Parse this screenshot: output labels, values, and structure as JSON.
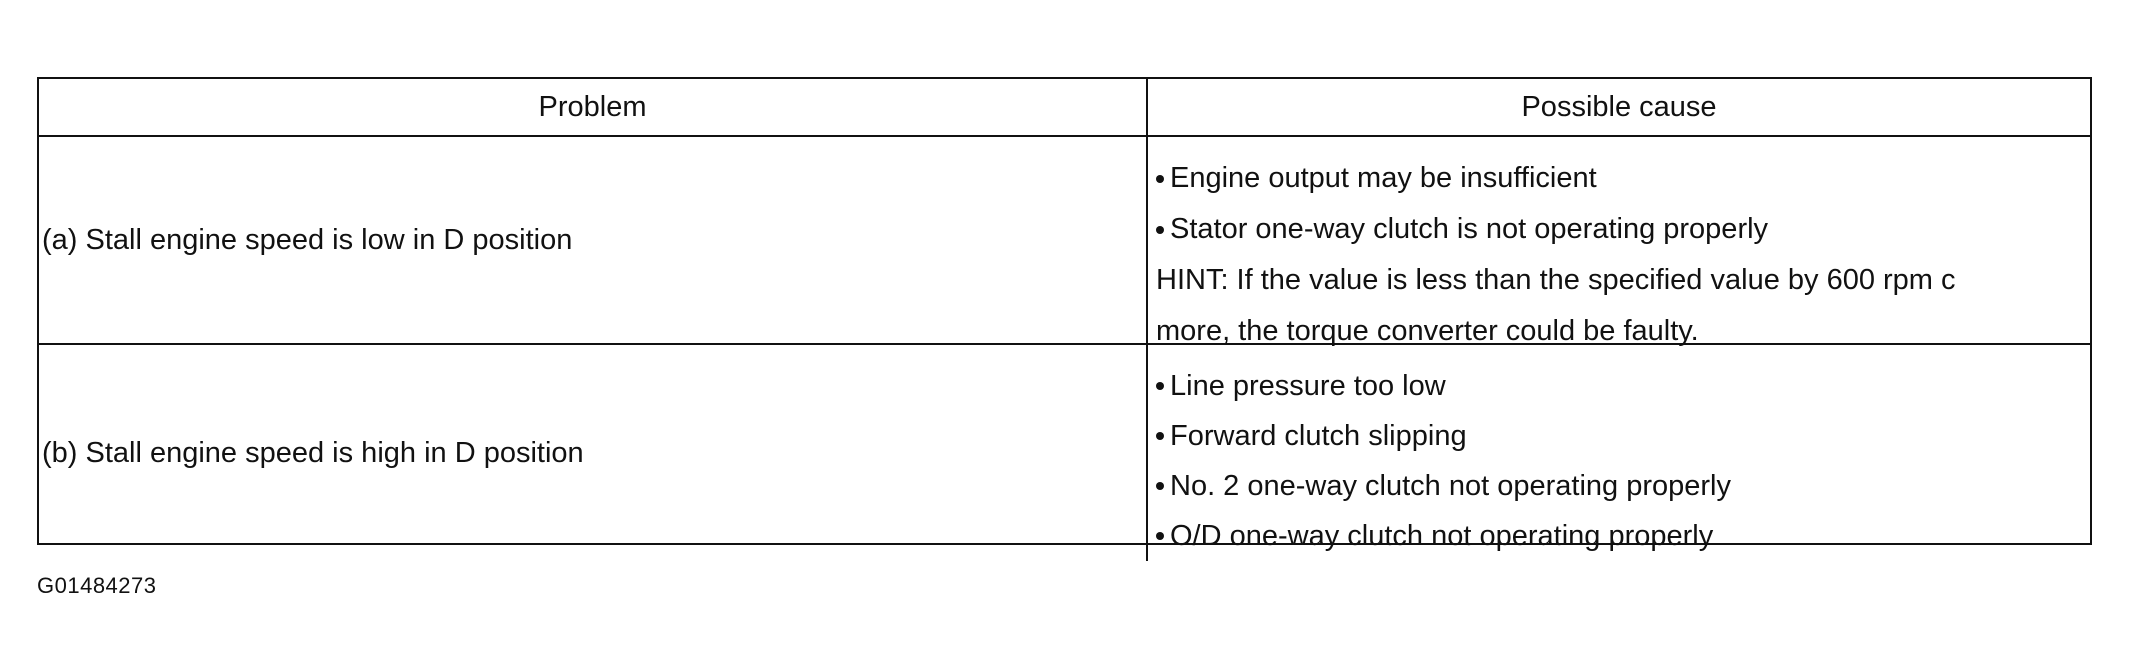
{
  "table": {
    "headers": {
      "problem": "Problem",
      "cause": "Possible cause"
    },
    "rows": [
      {
        "problem": "(a) Stall engine speed is low in D position",
        "causes": [
          {
            "bullet": true,
            "text": "Engine output may be insufficient"
          },
          {
            "bullet": true,
            "text": "Stator one-way clutch is not operating properly"
          },
          {
            "bullet": false,
            "text": "HINT: If the value is less than the specified value by 600 rpm c"
          },
          {
            "bullet": false,
            "text": "more, the torque converter could be faulty."
          }
        ]
      },
      {
        "problem": "(b) Stall engine speed is high in D position",
        "causes": [
          {
            "bullet": true,
            "text": "Line pressure too low"
          },
          {
            "bullet": true,
            "text": "Forward clutch slipping"
          },
          {
            "bullet": true,
            "text": "No. 2 one-way clutch not operating properly"
          },
          {
            "bullet": true,
            "text": "O/D one-way clutch not operating properly"
          }
        ]
      }
    ]
  },
  "figure_id": "G01484273"
}
